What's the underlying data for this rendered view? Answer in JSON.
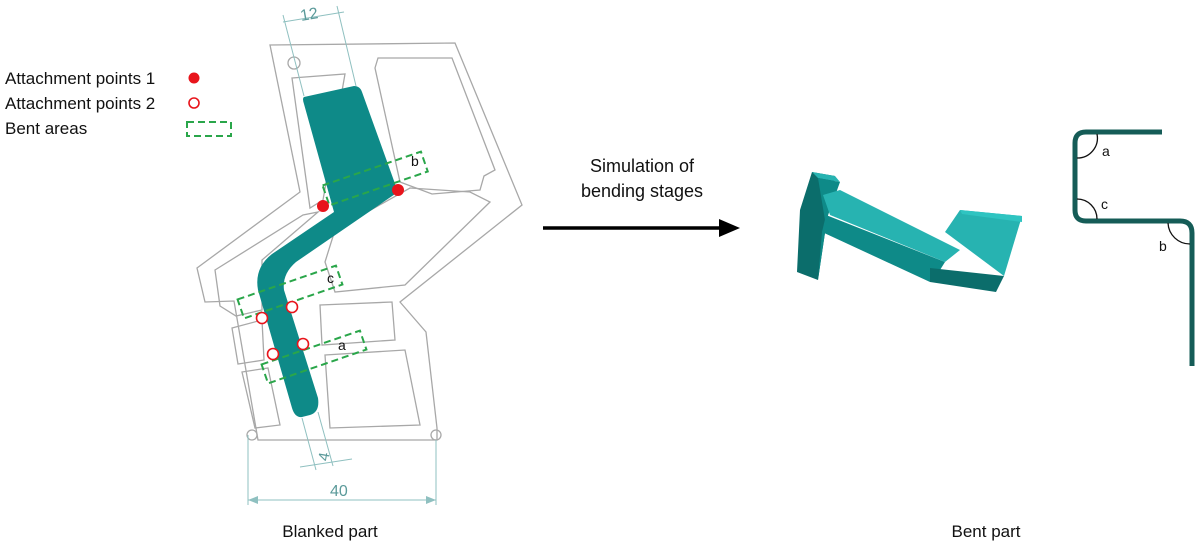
{
  "legend": {
    "items": [
      {
        "label": "Attachment points 1",
        "marker": "filled-circle",
        "color": "#e8141b"
      },
      {
        "label": "Attachment points 2",
        "marker": "hollow-circle",
        "color": "#e8141b"
      },
      {
        "label": "Bent areas",
        "marker": "dashed-rectangle",
        "color": "#2aa64a"
      }
    ]
  },
  "dimensions": {
    "top_width": "12",
    "strip_width": "4",
    "overall_width": "40"
  },
  "bend_labels": {
    "a": "a",
    "b": "b",
    "c": "c"
  },
  "arrow": {
    "line1": "Simulation of",
    "line2": "bending stages"
  },
  "captions": {
    "blanked": "Blanked part",
    "bent": "Bent part"
  },
  "profile_labels": {
    "a": "a",
    "b": "b",
    "c": "c"
  },
  "colors": {
    "part": "#0e8a88",
    "part_light": "#27b3b1",
    "part_dark": "#0b6d6b",
    "profile": "#155c57",
    "outline": "#a8a8a8",
    "bend_dash": "#2aa64a",
    "attachment": "#e8141b"
  }
}
